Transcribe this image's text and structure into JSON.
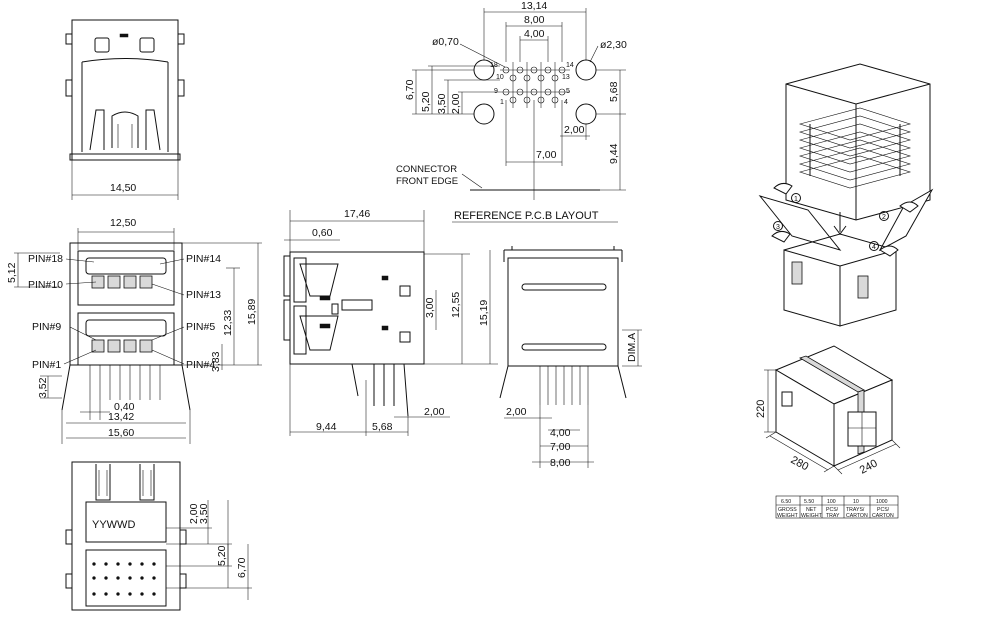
{
  "front_top_view": {
    "width_dim": "14,50"
  },
  "front_view": {
    "top_width_dim": "12,50",
    "pin_labels": [
      "PIN#18",
      "PIN#10",
      "PIN#14",
      "PIN#13",
      "PIN#9",
      "PIN#5",
      "PIN#1",
      "PIN#4"
    ],
    "dims": {
      "left_top": "5,12",
      "right_outer": "15,89",
      "right_mid": "12,33",
      "right_small": "3,83",
      "left_bottom": "3,52",
      "pitch": "0,40",
      "width_inner": "13,42",
      "width_outer": "15,60"
    }
  },
  "bottom_view": {
    "marking": "YYWWD",
    "dims": [
      "2,00",
      "3,50",
      "5,20",
      "6,70"
    ]
  },
  "side_view": {
    "dims": {
      "top": "17,46",
      "top_small": "0,60",
      "right_a": "3,00",
      "right_b": "12,55",
      "right_c": "15,19",
      "bottom_a": "9,44",
      "bottom_b": "5,68",
      "bottom_c": "2,00"
    }
  },
  "rear_view": {
    "dims": {
      "dim_a": "DIM.A",
      "left": "2,00",
      "b1": "4,00",
      "b2": "7,00",
      "b3": "8,00"
    }
  },
  "pcb_layout": {
    "title": "REFERENCE P.C.B LAYOUT",
    "connector_note": [
      "CONNECTOR",
      "FRONT EDGE"
    ],
    "dims": {
      "top1": "13,14",
      "top2": "8,00",
      "top3": "4,00",
      "hole_small": "ø0,70",
      "hole_big": "ø2,30",
      "left1": "6,70",
      "left2": "5,20",
      "left3": "3,50",
      "left4": "2,00",
      "right1": "5,68",
      "right2": "9,44",
      "mid_2": "2,00",
      "mid_7": "7,00"
    },
    "pin_numbers": [
      "18",
      "14",
      "10",
      "13",
      "9",
      "5",
      "1",
      "4"
    ]
  },
  "packaging": {
    "box_dims": [
      "220",
      "280",
      "240"
    ],
    "steps": [
      "1",
      "2",
      "3",
      "4"
    ],
    "table": {
      "values": [
        "6.50",
        "5.50",
        "100",
        "10",
        "1000"
      ],
      "labels": [
        [
          "GROSS",
          "WEIGHT"
        ],
        [
          "NET",
          "WEIGHT"
        ],
        [
          "PCS/",
          "TRAY"
        ],
        [
          "TRAYS/",
          "CARTON"
        ],
        [
          "PCS/",
          "CARTON"
        ]
      ]
    }
  }
}
